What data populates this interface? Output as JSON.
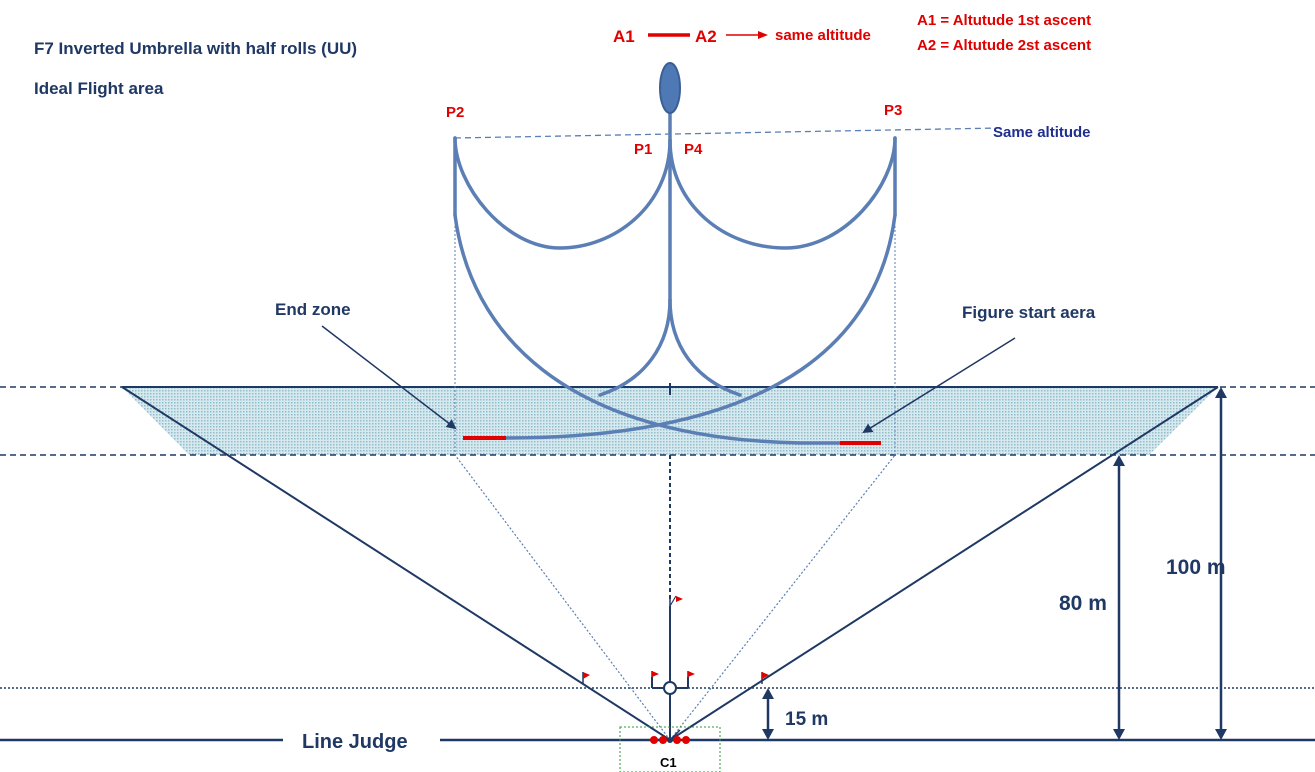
{
  "title": "F7 Inverted Umbrella with half rolls (UU)",
  "subtitle": "Ideal Flight area",
  "altitude_marks": {
    "a1": "A1",
    "a2": "A2",
    "arrow_text": "same altitude",
    "legend_a1": "A1 = Altutude 1st ascent",
    "legend_a2": "A2 = Altutude 2st ascent"
  },
  "points": {
    "p1": "P1",
    "p2": "P2",
    "p3": "P3",
    "p4": "P4",
    "c1": "C1"
  },
  "same_altitude_label": "Same altitude",
  "zones": {
    "end_zone": "End zone",
    "figure_start": "Figure start aera"
  },
  "dimensions": {
    "d15": "15 m",
    "d80": "80 m",
    "d100": "100 m"
  },
  "line_judge": "Line Judge",
  "colors": {
    "navy": "#1f3864",
    "red": "#e00000",
    "path_blue": "#5b7fb5",
    "zone_fill": "#b7d6dd"
  }
}
